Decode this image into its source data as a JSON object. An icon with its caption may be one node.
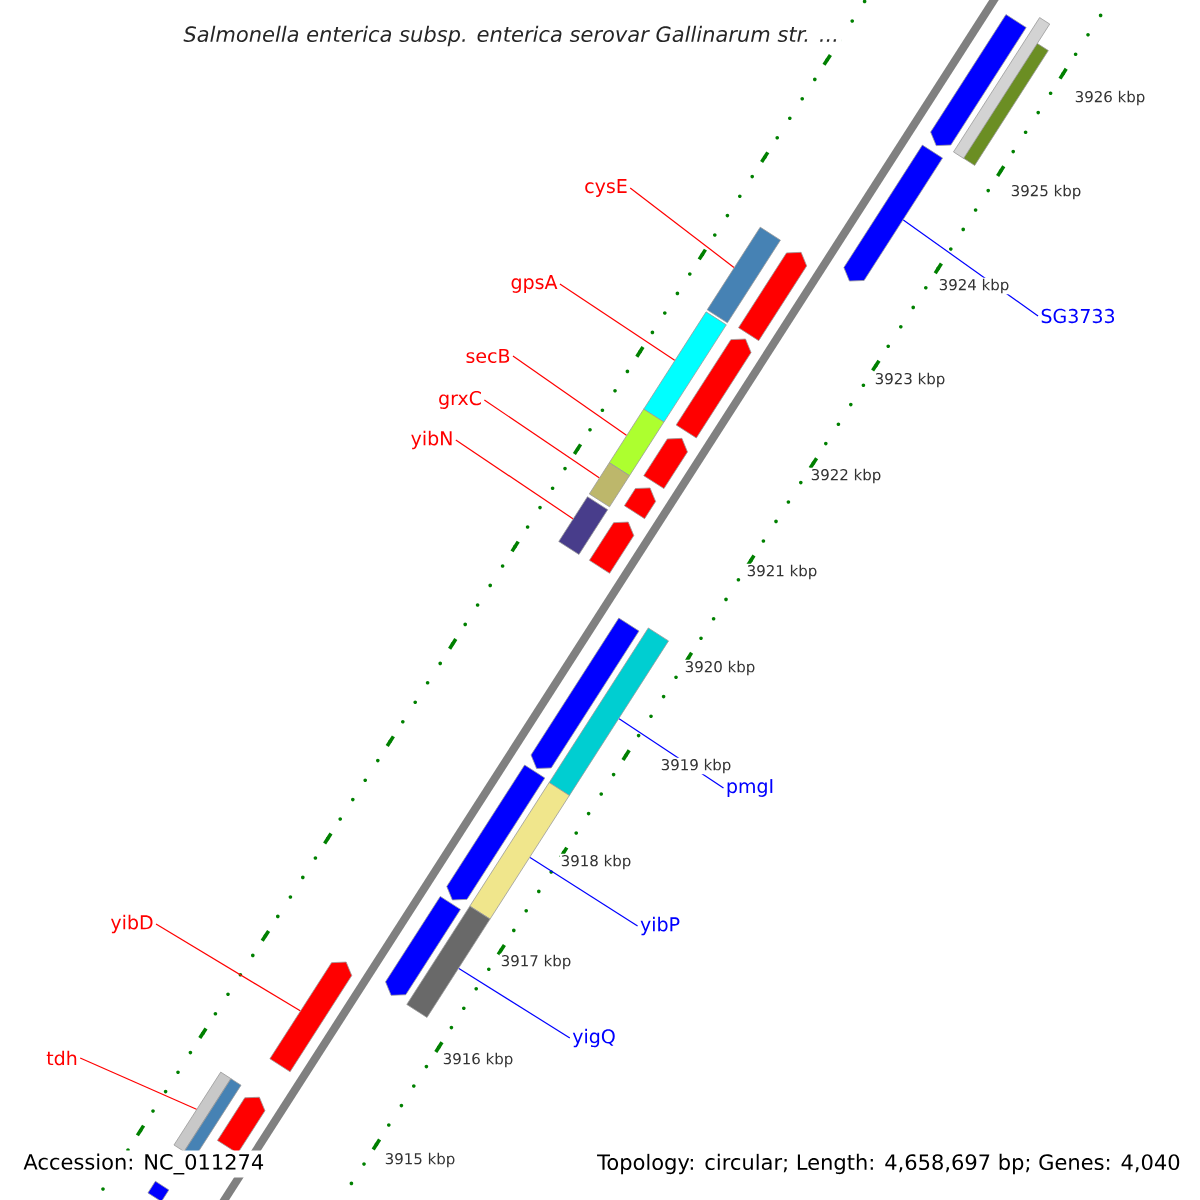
{
  "diagram": {
    "title": "Salmonella enterica subsp. enterica serovar Gallinarum str. ...",
    "nodes": [
      {
        "text": [
          "cysE"
        ]
      },
      {
        "text": [
          "gpsA"
        ]
      },
      {
        "text": [
          "SG3733"
        ]
      },
      {
        "text": [
          "secB"
        ]
      },
      {
        "text": [
          "grxC"
        ]
      },
      {
        "text": [
          "yibN"
        ]
      },
      {
        "text": [
          "pmgI"
        ]
      },
      {
        "text": [
          "yibD"
        ]
      },
      {
        "text": [
          "yibP"
        ]
      },
      {
        "text": [
          "yigQ"
        ]
      },
      {
        "text": [
          "tdh"
        ]
      },
      {
        "text": [],
        "shape": "box"
      },
      {
        "text": [],
        "shape": "box"
      },
      {
        "text": [],
        "shape": "arrow"
      },
      {
        "text": [],
        "shape": "box"
      },
      {
        "text": [],
        "shape": "box"
      },
      {
        "text": [],
        "shape": "box"
      },
      {
        "text": [],
        "shape": "box"
      },
      {
        "text": [],
        "shape": "arrow"
      },
      {
        "text": [],
        "shape": "box"
      },
      {
        "text": [],
        "shape": "box"
      },
      {
        "text": [],
        "shape": "box"
      },
      {
        "text": [],
        "shape": "box"
      },
      {
        "text": [],
        "shape": "box"
      },
      {
        "text": [],
        "shape": "arrow"
      },
      {
        "text": [],
        "shape": "arrow"
      },
      {
        "text": [],
        "shape": "arrow"
      },
      {
        "text": [],
        "shape": "arrow"
      },
      {
        "text": [],
        "shape": "arrow"
      },
      {
        "text": [],
        "shape": "arrow"
      },
      {
        "text": [],
        "shape": "arrow"
      },
      {
        "text": [],
        "shape": "arrow"
      },
      {
        "text": [],
        "shape": "arrow"
      },
      {
        "text": [],
        "shape": "arrow"
      },
      {
        "text": [],
        "shape": "box"
      },
      {
        "text": [],
        "shape": "box"
      }
    ],
    "edges": [
      {
        "from": 0,
        "to": 11,
        "arrow": "none"
      },
      {
        "from": 1,
        "to": 12,
        "arrow": "none"
      },
      {
        "from": 2,
        "to": 13,
        "arrow": "none",
        "color": "#0000ff"
      },
      {
        "from": 3,
        "to": 14,
        "arrow": "none"
      },
      {
        "from": 4,
        "to": 15,
        "arrow": "none"
      },
      {
        "from": 5,
        "to": 16,
        "arrow": "none"
      },
      {
        "from": 6,
        "to": 17,
        "arrow": "none",
        "color": "#0000ff"
      },
      {
        "from": 7,
        "to": 18,
        "arrow": "none"
      },
      {
        "from": 8,
        "to": 19,
        "arrow": "none",
        "color": "#0000ff"
      },
      {
        "from": 9,
        "to": 20,
        "arrow": "none",
        "color": "#0000ff"
      },
      {
        "from": 10,
        "to": 21,
        "arrow": "none"
      }
    ],
    "labels": [
      "3926 kbp",
      "3925 kbp",
      "3924 kbp",
      "3923 kbp",
      "3922 kbp",
      "3921 kbp",
      "3920 kbp",
      "3919 kbp",
      "3918 kbp",
      "3917 kbp",
      "3916 kbp",
      "3915 kbp",
      "Accession: NC_011274",
      "Topology: circular; Length: 4,658,697 bp; Genes: 4,040"
    ]
  }
}
